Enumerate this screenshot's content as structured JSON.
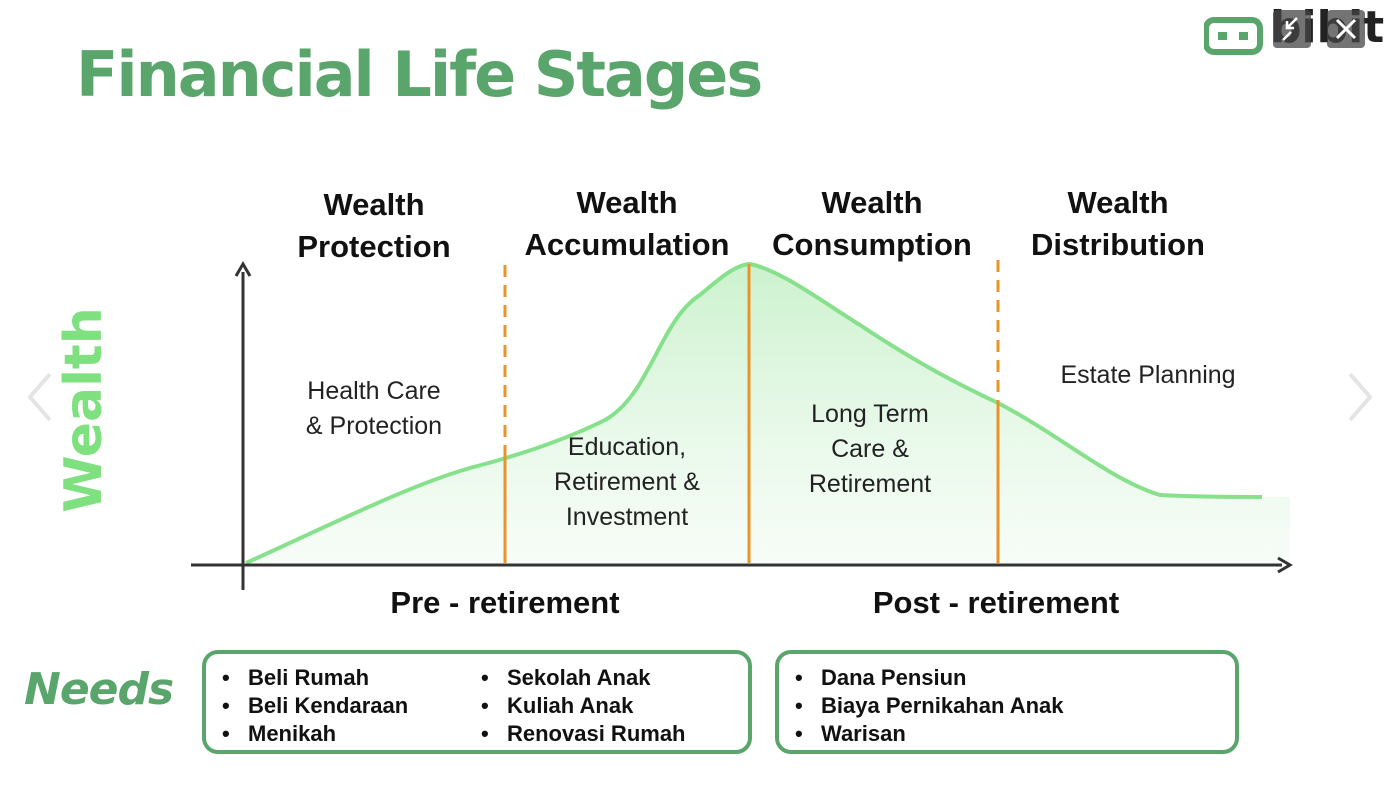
{
  "title": "Financial Life Stages",
  "brand": {
    "name": "bibit",
    "color": "#5aa56c"
  },
  "colors": {
    "curve": "#86e08c",
    "divider": "#e8942a",
    "axis": "#333333",
    "accent": "#5aa56c"
  },
  "icons": {
    "top_controls": [
      "shrink-arrows-icon",
      "close-icon"
    ],
    "navigation": [
      "chevron-left-icon",
      "chevron-right-icon"
    ]
  },
  "stages": [
    {
      "line1": "Wealth",
      "line2": "Protection",
      "note1": "Health Care",
      "note2": "& Protection"
    },
    {
      "line1": "Wealth",
      "line2": "Accumulation",
      "note1": "Education,",
      "note2": "Retirement &",
      "note3": "Investment"
    },
    {
      "line1": "Wealth",
      "line2": "Consumption",
      "note1": "Long Term",
      "note2": "Care &",
      "note3": "Retirement"
    },
    {
      "line1": "Wealth",
      "line2": "Distribution",
      "note1": "Estate Planning"
    }
  ],
  "axis": {
    "y_label": "Wealth"
  },
  "phases": {
    "pre": "Pre - retirement",
    "post": "Post - retirement"
  },
  "needs": {
    "label": "Needs",
    "pre_col1": [
      "Beli Rumah",
      "Beli Kendaraan",
      "Menikah"
    ],
    "pre_col2": [
      "Sekolah Anak",
      "Kuliah Anak",
      "Renovasi Rumah"
    ],
    "post": [
      "Dana Pensiun",
      "Biaya Pernikahan Anak",
      "Warisan"
    ]
  }
}
